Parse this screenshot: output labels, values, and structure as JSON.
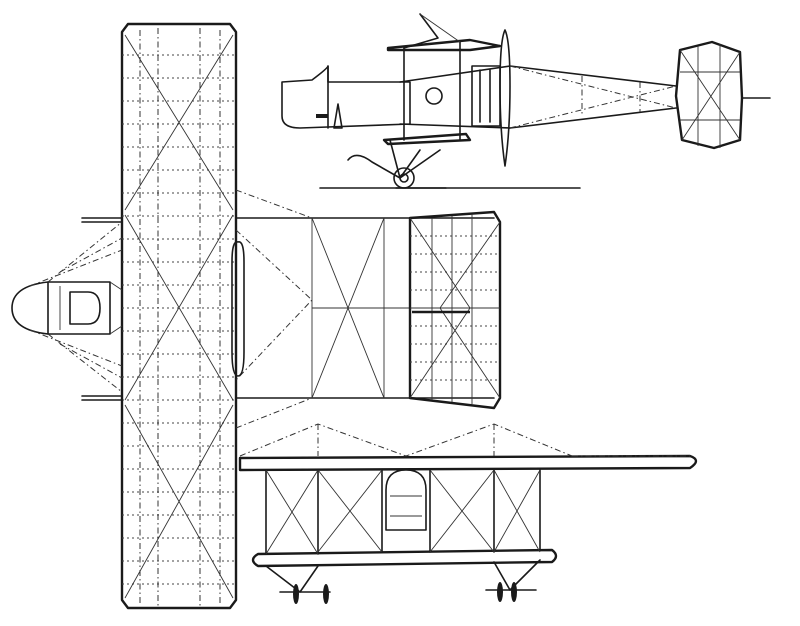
{
  "drawing": {
    "kind": "biplane three-view technical line drawing",
    "views": [
      "side-view",
      "plan-view",
      "front-view"
    ],
    "text_labels": [],
    "colors": {
      "background": "#ffffff",
      "ink": "#1a1a1a"
    }
  }
}
